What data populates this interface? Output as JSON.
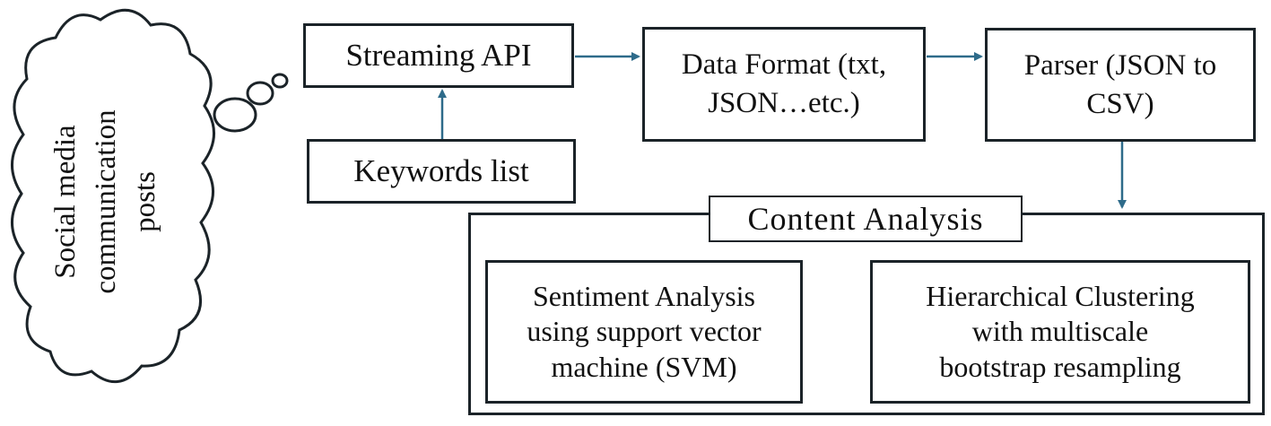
{
  "cloud": {
    "lines": [
      "Social media",
      "communication",
      "posts"
    ]
  },
  "nodes": {
    "streaming_api": "Streaming API",
    "keywords_list": "Keywords list",
    "data_format": [
      "Data Format (txt,",
      "JSON…etc.)"
    ],
    "parser": [
      "Parser (JSON to",
      "CSV)"
    ]
  },
  "content_analysis": {
    "title": "Content Analysis",
    "sentiment": [
      "Sentiment Analysis",
      "using support vector",
      "machine (SVM)"
    ],
    "clustering": [
      "Hierarchical Clustering",
      "with multiscale",
      "bootstrap resampling"
    ]
  },
  "colors": {
    "arrow": "#2e6b8a",
    "border": "#1b2328"
  }
}
